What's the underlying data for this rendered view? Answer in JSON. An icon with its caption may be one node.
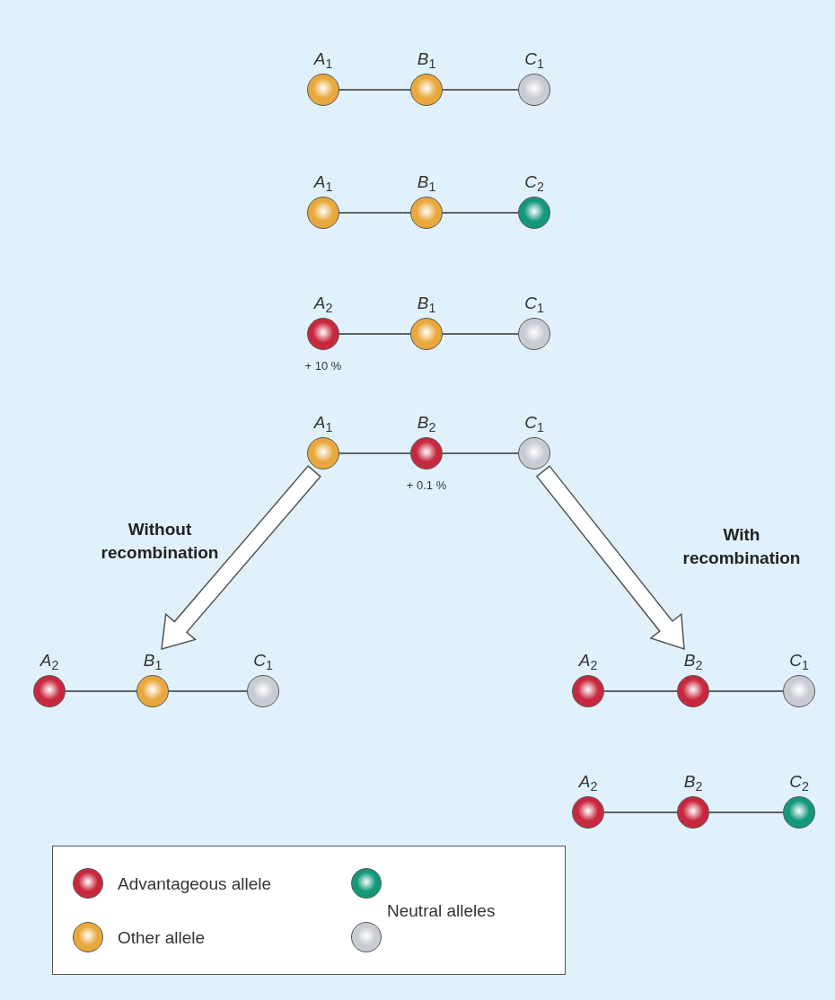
{
  "diagram": {
    "nodes": [
      {
        "text": [
          "*A*$_{1}$"
        ]
      },
      {
        "text": [
          "*B*$_{1}$"
        ]
      },
      {
        "text": [
          "*C*$_{1}$"
        ]
      },
      {
        "text": [
          "*A*$_{1}$"
        ]
      },
      {
        "text": [
          "*B*$_{1}$"
        ]
      },
      {
        "text": [
          "*C*$_{2}$"
        ]
      },
      {
        "text": [
          "*A*$_{2}$"
        ],
        "beside": [
          "+ 10 %"
        ]
      },
      {
        "text": [
          "*B*$_{1}$"
        ]
      },
      {
        "text": [
          "*C*$_{1}$"
        ]
      },
      {
        "text": [
          "*A*$_{1}$"
        ]
      },
      {
        "text": [
          "*B*$_{2}$"
        ],
        "beside": [
          "+ 0.1 %"
        ]
      },
      {
        "text": [
          "*C*$_{1}$"
        ]
      },
      {
        "text": [
          "*A*$_{2}$"
        ]
      },
      {
        "text": [
          "*B*$_{1}$"
        ]
      },
      {
        "text": [
          "*C*$_{1}$"
        ]
      },
      {
        "text": [
          "*A*$_{2}$"
        ]
      },
      {
        "text": [
          "*B*$_{2}$"
        ]
      },
      {
        "text": [
          "*C*$_{1}$"
        ]
      },
      {
        "text": [
          "*A*$_{2}$"
        ]
      },
      {
        "text": [
          "*B*$_{2}$"
        ]
      },
      {
        "text": [
          "*C*$_{2}$"
        ]
      }
    ],
    "edges": [
      {
        "from": 0,
        "to": 1,
        "arrow": "none"
      },
      {
        "from": 1,
        "to": 2,
        "arrow": "none"
      },
      {
        "from": 3,
        "to": 4,
        "arrow": "none"
      },
      {
        "from": 4,
        "to": 5,
        "arrow": "none"
      },
      {
        "from": 6,
        "to": 7,
        "arrow": "none"
      },
      {
        "from": 7,
        "to": 8,
        "arrow": "none"
      },
      {
        "from": 9,
        "to": 10,
        "arrow": "none"
      },
      {
        "from": 10,
        "to": 11,
        "arrow": "none"
      },
      {
        "from": 12,
        "to": 13,
        "arrow": "none"
      },
      {
        "from": 13,
        "to": 14,
        "arrow": "none"
      },
      {
        "from": 15,
        "to": 16,
        "arrow": "none"
      },
      {
        "from": 16,
        "to": 17,
        "arrow": "none"
      },
      {
        "from": 18,
        "to": 19,
        "arrow": "none"
      },
      {
        "from": 19,
        "to": 20,
        "arrow": "none"
      },
      {
        "from": 9,
        "to": 13,
        "arrow": "to",
        "label": "Without recombination",
        "style": "thick"
      },
      {
        "from": 11,
        "to": 16,
        "arrow": "to",
        "label": "With recombination",
        "style": "thick"
      }
    ],
    "legend": [
      {
        "text": "Advantageous allele",
        "color": "#c8283e"
      },
      {
        "text": "Other allele",
        "color": "#e9a83c"
      },
      {
        "text": "Neutral alleles",
        "color": "#13987a"
      }
    ]
  }
}
